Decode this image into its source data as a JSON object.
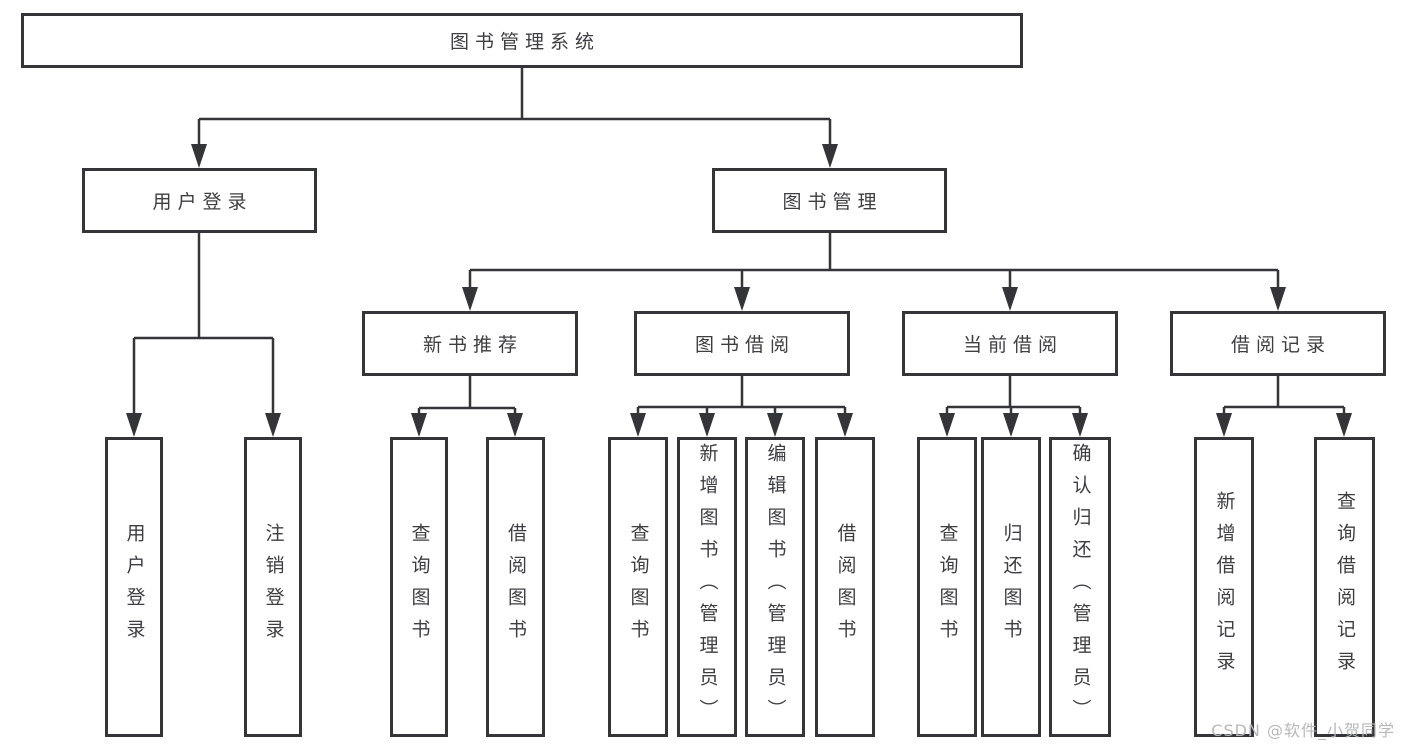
{
  "tree": {
    "root": "图书管理系统",
    "user_login": {
      "label": "用户登录",
      "children": [
        "用户登录",
        "注销登录"
      ]
    },
    "book_management": {
      "label": "图书管理",
      "modules": [
        {
          "label": "新书推荐",
          "children": [
            "查询图书",
            "借阅图书"
          ]
        },
        {
          "label": "图书借阅",
          "children": [
            "查询图书",
            "新增图书（管理员）",
            "编辑图书（管理员）",
            "借阅图书"
          ]
        },
        {
          "label": "当前借阅",
          "children": [
            "查询图书",
            "归还图书",
            "确认归还（管理员）"
          ]
        },
        {
          "label": "借阅记录",
          "children": [
            "新增借阅记录",
            "查询借阅记录"
          ]
        }
      ]
    }
  },
  "watermark": "CSDN @软件_小贺同学",
  "colors": {
    "line": "#333539",
    "text": "#3d3e42",
    "watermark": "#b7b8ba",
    "background": "#ffffff"
  }
}
